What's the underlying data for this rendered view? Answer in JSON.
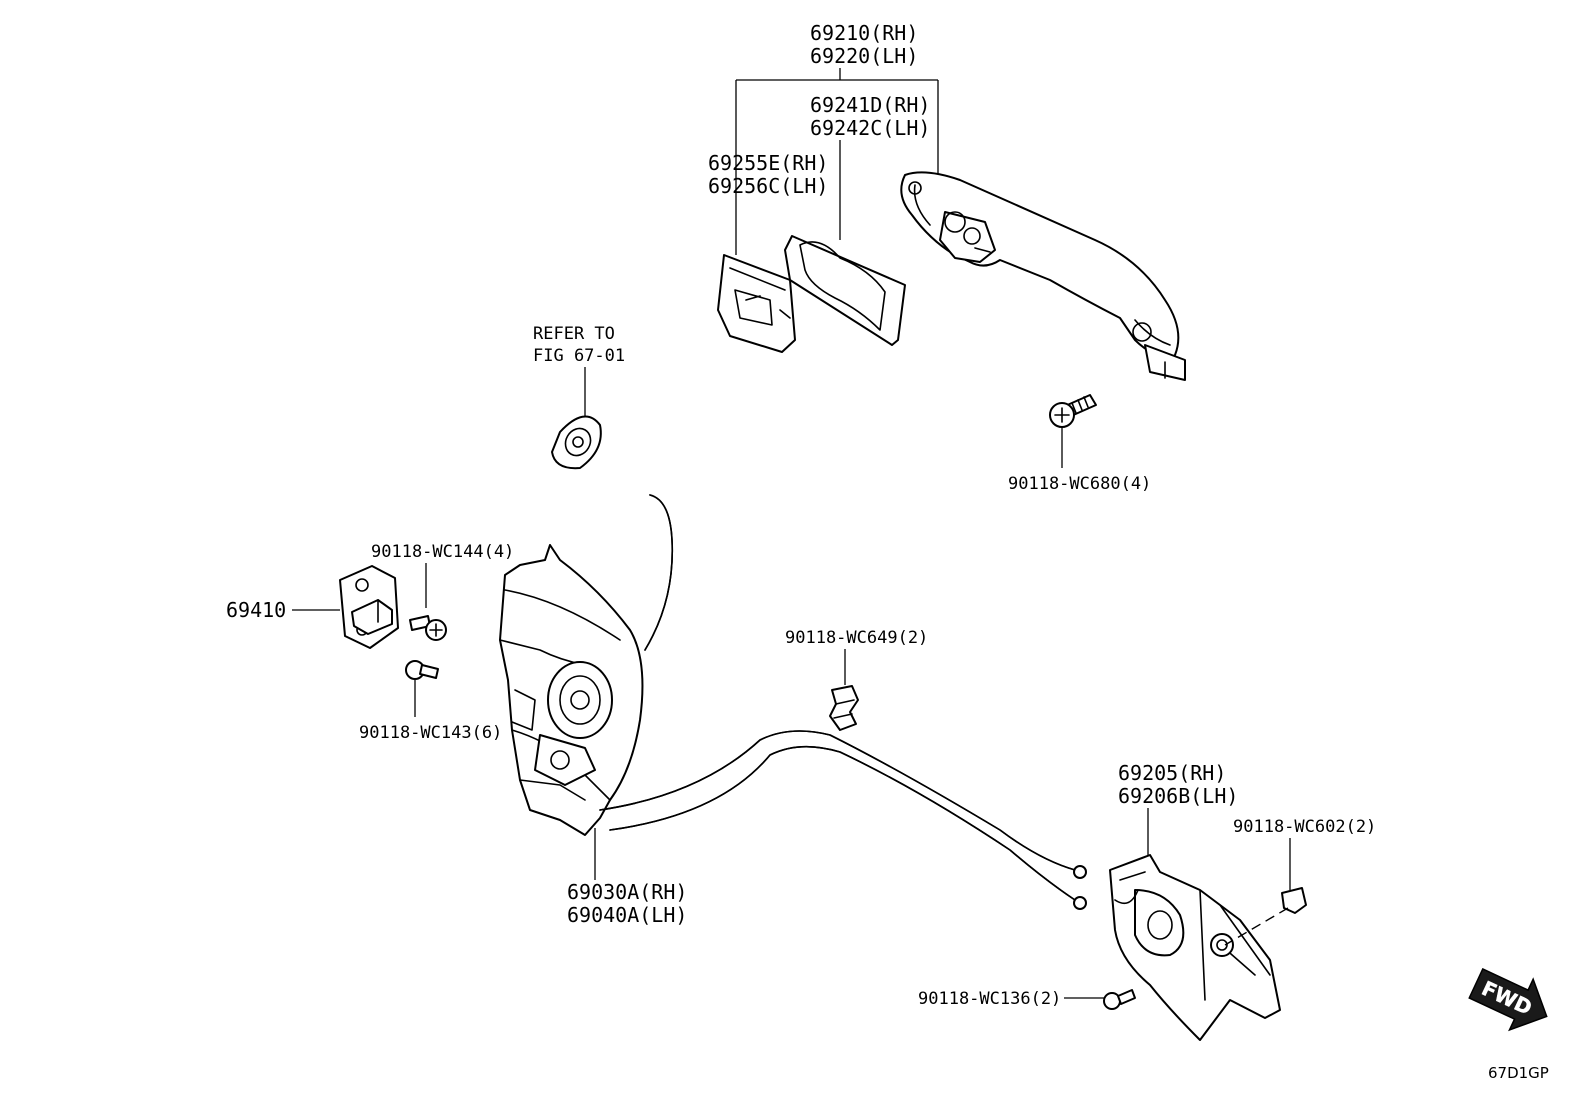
{
  "labels": {
    "handle_rh": "69210(RH)",
    "handle_lh": "69220(LH)",
    "pad_rh": "69241D(RH)",
    "pad_lh": "69242C(LH)",
    "frame_rh": "69255E(RH)",
    "frame_lh": "69256C(LH)",
    "refer_1": "REFER TO",
    "refer_2": "FIG 67-01",
    "bolt_680": "90118-WC680(4)",
    "screw_144": "90118-WC144(4)",
    "striker": "69410",
    "screw_143": "90118-WC143(6)",
    "clamp_649": "90118-WC649(2)",
    "inner_rh": "69205(RH)",
    "inner_lh": "69206B(LH)",
    "plug_602": "90118-WC602(2)",
    "lock_rh": "69030A(RH)",
    "lock_lh": "69040A(LH)",
    "screw_136": "90118-WC136(2)"
  },
  "fwd_label": "FWD",
  "figure_code": "67D1GP"
}
